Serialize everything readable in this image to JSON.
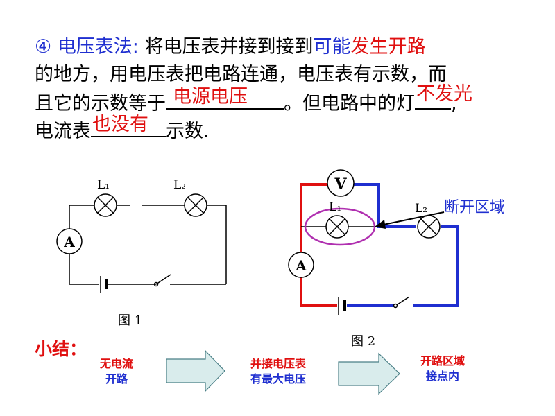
{
  "text": {
    "l1_num": "④",
    "l1_title": "电压表法:",
    "l1_body": "将电压表并接到接到",
    "l1_blue": "可能",
    "l1_red": "发生开路",
    "l2": "的地方，用电压表把电路连通，电压表有示数，而",
    "l3_a": "且它的示数等于",
    "l3_blank": "电源电压",
    "l3_b": "。但电路中的灯",
    "l3_blank2": "不发光",
    "l3_c": ",",
    "l4_a": "电流表",
    "l4_blank": "也没有",
    "l4_b": "示数."
  },
  "fig1": {
    "lamp1": "L₁",
    "lamp2": "L₂",
    "ammeter": "A",
    "caption": "图 1"
  },
  "fig2": {
    "voltmeter": "V",
    "lamp1": "L₁",
    "lamp2": "L₂",
    "ammeter": "A",
    "caption": "图 2",
    "annotation": "断开区域"
  },
  "summary": {
    "label": "小结：",
    "box1_line1": "无电流",
    "box1_line2": "开路",
    "box2_line1": "并接电压表",
    "box2_line2": "有最大电压",
    "box3_line1": "开路区域",
    "box3_line2": "接点内"
  },
  "colors": {
    "blue": "#1f2fd0",
    "red": "#e01010",
    "ellipse": "#b030b0",
    "arrow_fill": "#d9ecec"
  }
}
